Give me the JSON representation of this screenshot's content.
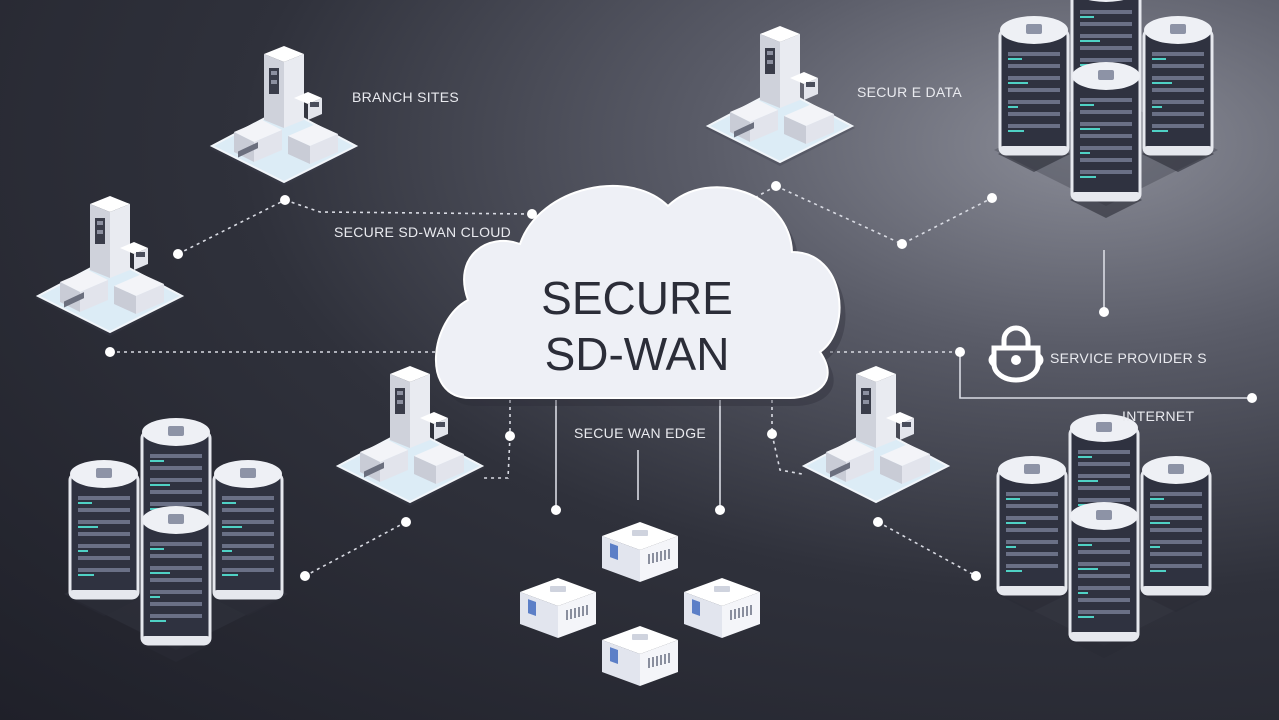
{
  "labels": {
    "branch_sites": "BRANCH SITES",
    "secure_data": "SECUR E DATA",
    "secure_sdwan_cloud": "SECURE SD-WAN CLOUD",
    "service_providers": "SERVICE PROVIDER S",
    "internet": "INTERNET",
    "secure_wan_edge": "SECUE WAN EDGE"
  },
  "cloud": {
    "line1": "SECURE",
    "line2": "SD-WAN"
  },
  "icons": {
    "lock": "lock-icon",
    "branch_building": "branch-building-icon",
    "server_rack": "server-rack-icon",
    "edge_device": "edge-device-icon"
  },
  "colors": {
    "cloud_fill": "#eef0f6",
    "line": "#d9dbe3",
    "accent_teal": "#4fd1c5",
    "platform": "#dcecf6"
  }
}
